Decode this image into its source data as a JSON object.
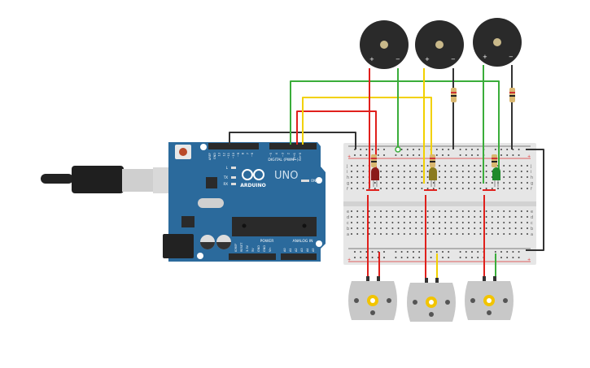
{
  "arduino": {
    "brand": "ARDUINO",
    "model": "UNO",
    "digital_label": "DIGITAL (PWM~)",
    "power_label": "POWER",
    "analog_label": "ANALOG IN",
    "on_label": "ON",
    "led_l": "L",
    "led_tx": "TX",
    "led_rx": "RX",
    "top_pins": [
      "AREF",
      "GND",
      "13",
      "12",
      "~11",
      "~10",
      "~9",
      "8",
      "7",
      "~6",
      "~5",
      "4",
      "~3",
      "2",
      "TX→1",
      "RX←0"
    ],
    "power_pins": [
      "IOREF",
      "RESET",
      "3.3V",
      "5V",
      "GND",
      "GND",
      "Vin"
    ],
    "analog_pins": [
      "A0",
      "A1",
      "A2",
      "A3",
      "A4",
      "A5"
    ],
    "board_color": "#2b6a9c"
  },
  "breadboard": {
    "row_letters_top": [
      "j",
      "i",
      "h",
      "g",
      "f"
    ],
    "row_letters_bottom": [
      "e",
      "d",
      "c",
      "b",
      "a"
    ],
    "rail_plus": "+",
    "rail_minus": "−"
  },
  "buzzers": [
    {
      "plus": "+",
      "minus": "−"
    },
    {
      "plus": "+",
      "minus": "−"
    },
    {
      "plus": "+",
      "minus": "−"
    }
  ],
  "leds": [
    {
      "color": "#8b1a1a"
    },
    {
      "color": "#8a7a20"
    },
    {
      "color": "#1f8a2a"
    }
  ],
  "wire_colors": {
    "red": "#e0201c",
    "green": "#3aad3a",
    "yellow": "#f2d100",
    "black": "#333333"
  }
}
